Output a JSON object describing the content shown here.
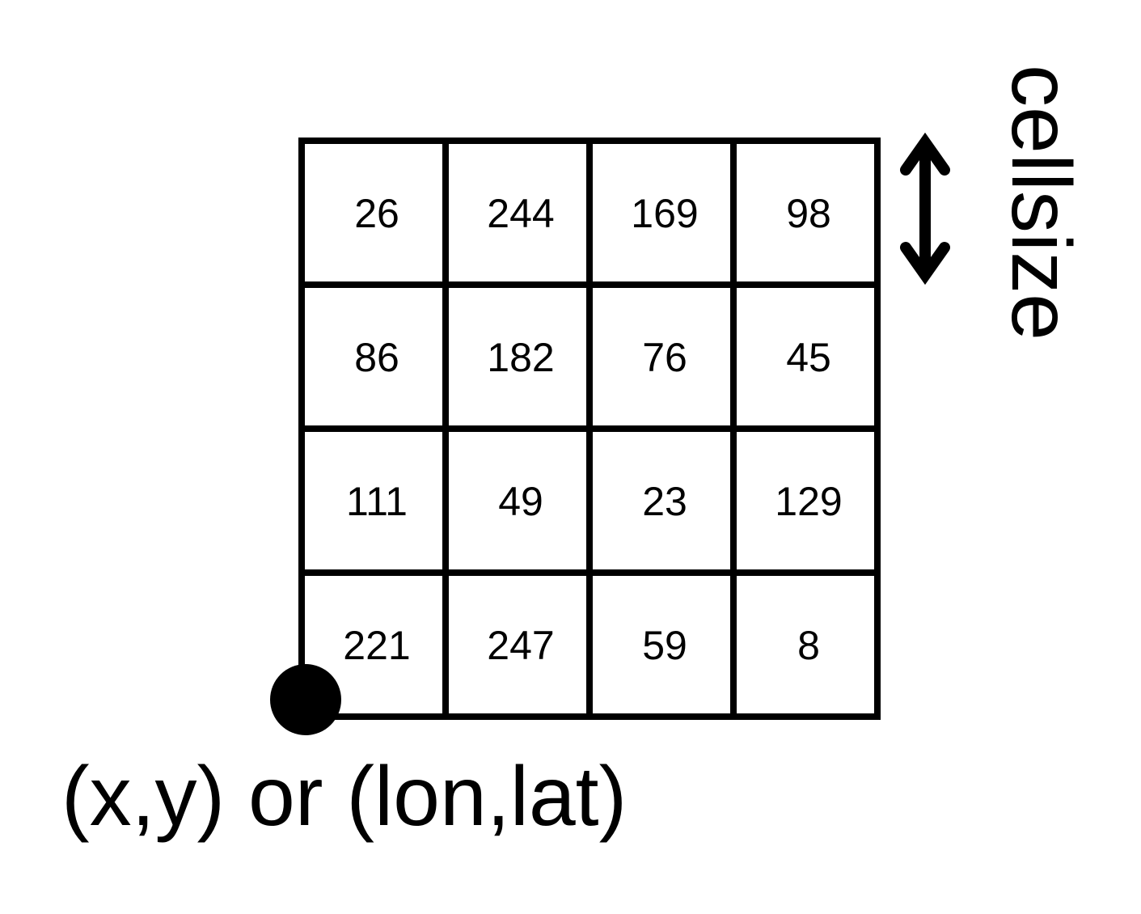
{
  "raster": {
    "rows": [
      [
        "26",
        "244",
        "169",
        "98"
      ],
      [
        "86",
        "182",
        "76",
        "45"
      ],
      [
        "111",
        "49",
        "23",
        "129"
      ],
      [
        "221",
        "247",
        "59",
        "8"
      ]
    ]
  },
  "labels": {
    "cellsize": "cellsize",
    "origin": "(x,y) or (lon,lat)"
  }
}
